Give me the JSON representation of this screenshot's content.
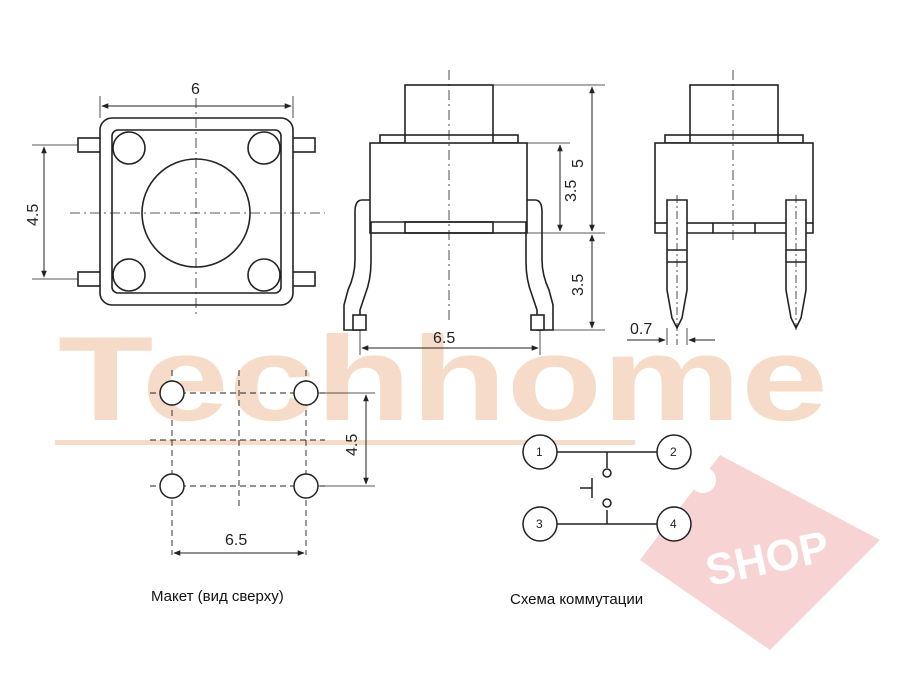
{
  "watermark": {
    "brand": "Techhome",
    "badge": "SHOP",
    "brand_color": "#f6dcc8",
    "badge_color": "#f3b5b5"
  },
  "top_view": {
    "width_label": "6",
    "height_label": "4.5"
  },
  "side_view": {
    "height_label": "5",
    "body_label": "3.5",
    "pin_label": "3.5",
    "pitch_label": "6.5"
  },
  "end_view": {
    "pin_width_label": "0.7"
  },
  "layout_view": {
    "height_label": "4.5",
    "width_label": "6.5",
    "caption": "Макет (вид сверху)"
  },
  "schematic": {
    "pins": [
      "1",
      "2",
      "3",
      "4"
    ],
    "caption": "Схема коммутации"
  }
}
